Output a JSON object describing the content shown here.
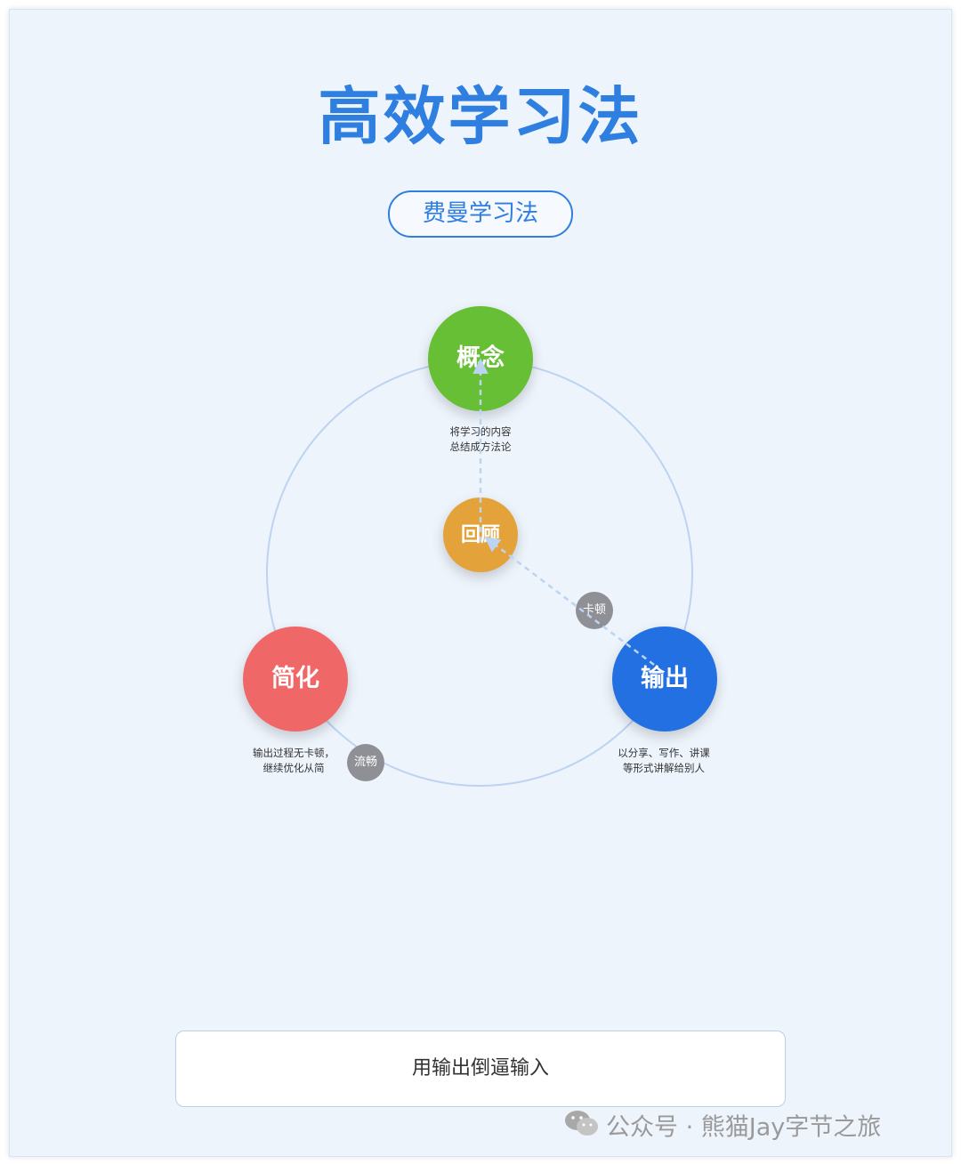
{
  "title": "高效学习法",
  "method": "费曼学习法",
  "nodes": {
    "concept": {
      "label": "概念",
      "desc_line1": "将学习的内容",
      "desc_line2": "总结成方法论"
    },
    "review": {
      "label": "回顾"
    },
    "simplify": {
      "label": "简化",
      "desc_line1": "输出过程无卡顿，",
      "desc_line2": "继续优化从简"
    },
    "output": {
      "label": "输出",
      "desc_line1": "以分享、写作、讲课",
      "desc_line2": "等形式讲解给别人"
    }
  },
  "badges": {
    "stuck": "卡顿",
    "smooth": "流畅"
  },
  "bottom_text": "用输出倒逼输入",
  "watermark": "公众号 · 熊猫Jay字节之旅",
  "colors": {
    "accent": "#2f7fe0",
    "concept": "#67bf35",
    "review": "#e4a33a",
    "simplify": "#ef6867",
    "output": "#2370e2",
    "badge": "#8f9096"
  }
}
